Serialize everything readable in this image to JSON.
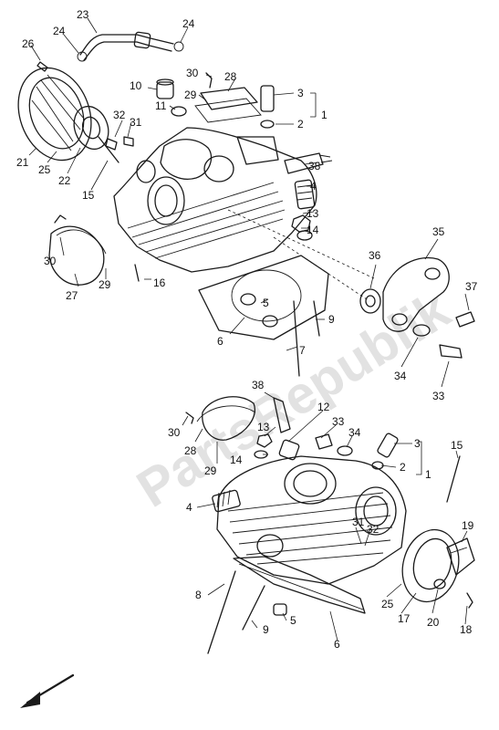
{
  "watermark": "PartsRepublik",
  "callouts": {
    "c1a": "1",
    "c2a": "2",
    "c3a": "3",
    "c4a": "4",
    "c5a": "5",
    "c6a": "6",
    "c7a": "7",
    "c9a": "9",
    "c10": "10",
    "c11": "11",
    "c13a": "13",
    "c14a": "14",
    "c15a": "15",
    "c16": "16",
    "c21": "21",
    "c22": "22",
    "c23": "23",
    "c24a": "24",
    "c24b": "24",
    "c25a": "25",
    "c26": "26",
    "c27": "27",
    "c28a": "28",
    "c29a": "29",
    "c29b": "29",
    "c30a": "30",
    "c30b": "30",
    "c31a": "31",
    "c32a": "32",
    "c33a": "33",
    "c34a": "34",
    "c35": "35",
    "c36": "36",
    "c37": "37",
    "c38a": "38",
    "c38b": "38",
    "c12": "12",
    "c13b": "13",
    "c14b": "14",
    "c33b": "33",
    "c34b": "34",
    "c3b": "3",
    "c2b": "2",
    "c1b": "1",
    "c15b": "15",
    "c30c": "30",
    "c28b": "28",
    "c29c": "29",
    "c4b": "4",
    "c31b": "31",
    "c32b": "32",
    "c19": "19",
    "c17": "17",
    "c25b": "25",
    "c20": "20",
    "c18": "18",
    "c8": "8",
    "c9b": "9",
    "c5b": "5",
    "c6b": "6"
  }
}
